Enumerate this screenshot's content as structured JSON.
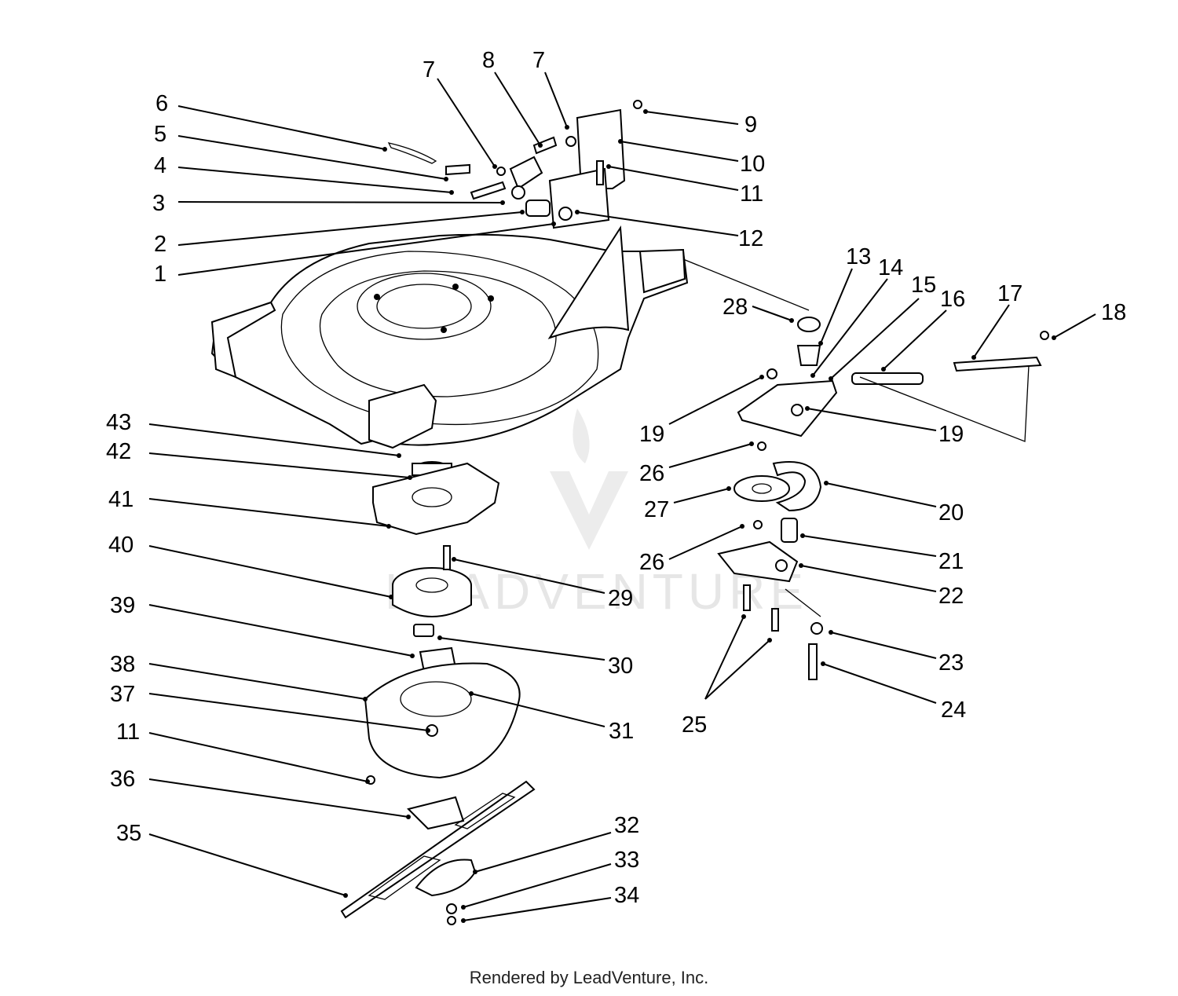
{
  "watermark": "LEADVENTURE",
  "footer": "Rendered by LeadVenture, Inc.",
  "callouts": [
    "1",
    "2",
    "3",
    "4",
    "5",
    "6",
    "7",
    "7",
    "8",
    "9",
    "10",
    "11",
    "12",
    "13",
    "14",
    "15",
    "16",
    "17",
    "18",
    "19",
    "19",
    "20",
    "21",
    "22",
    "23",
    "24",
    "25",
    "26",
    "26",
    "27",
    "28",
    "29",
    "30",
    "31",
    "32",
    "33",
    "34",
    "35",
    "36",
    "37",
    "38",
    "39",
    "40",
    "41",
    "42",
    "43",
    "11"
  ]
}
